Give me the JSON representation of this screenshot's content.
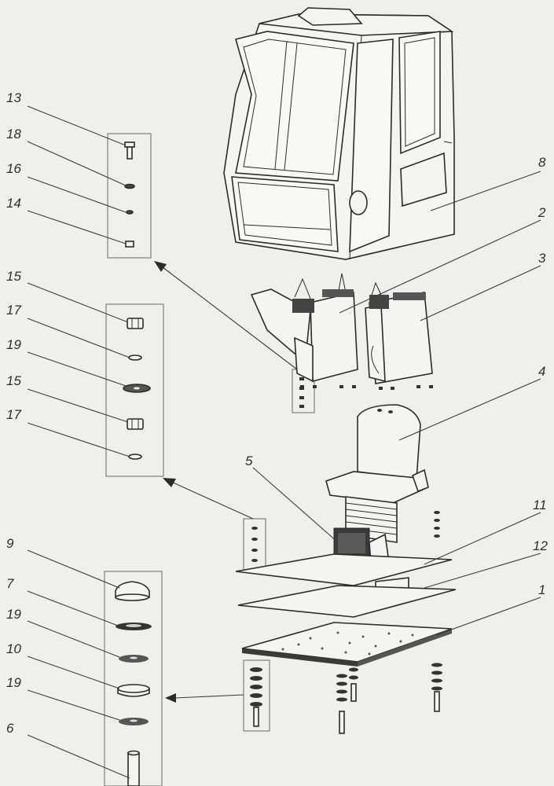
{
  "labels": {
    "l13": "13",
    "l18": "18",
    "l16": "16",
    "l14": "14",
    "l15a": "15",
    "l17a": "17",
    "l19a": "19",
    "l15b": "15",
    "l17b": "17",
    "l9": "9",
    "l7": "7",
    "l19b": "19",
    "l10": "10",
    "l19c": "19",
    "l6": "6",
    "l8": "8",
    "l2": "2",
    "l3": "3",
    "l4": "4",
    "l5": "5",
    "l11": "11",
    "l12": "12",
    "l1": "1"
  },
  "colors": {
    "background": "#efefeb",
    "line": "#2b2b2b",
    "part_fill": "#f4f4f1",
    "dark_fill": "#3a3a3a"
  }
}
